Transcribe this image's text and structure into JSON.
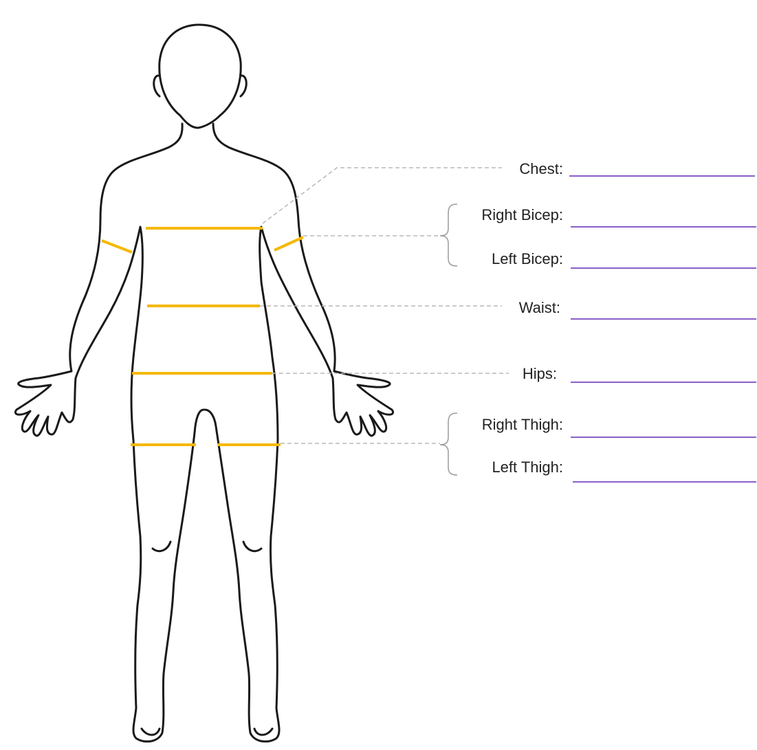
{
  "colors": {
    "outline": "#1a1a1a",
    "measure": "#f5b800",
    "leader": "#b8b8b8",
    "bracket": "#9a9a9a",
    "answer_line": "#8a5fc7"
  },
  "fields": {
    "chest": {
      "label": "Chest:"
    },
    "right_bicep": {
      "label": "Right Bicep:"
    },
    "left_bicep": {
      "label": "Left Bicep:"
    },
    "waist": {
      "label": "Waist:"
    },
    "hips": {
      "label": "Hips:"
    },
    "right_thigh": {
      "label": "Right Thigh:"
    },
    "left_thigh": {
      "label": "Left Thigh:"
    }
  }
}
